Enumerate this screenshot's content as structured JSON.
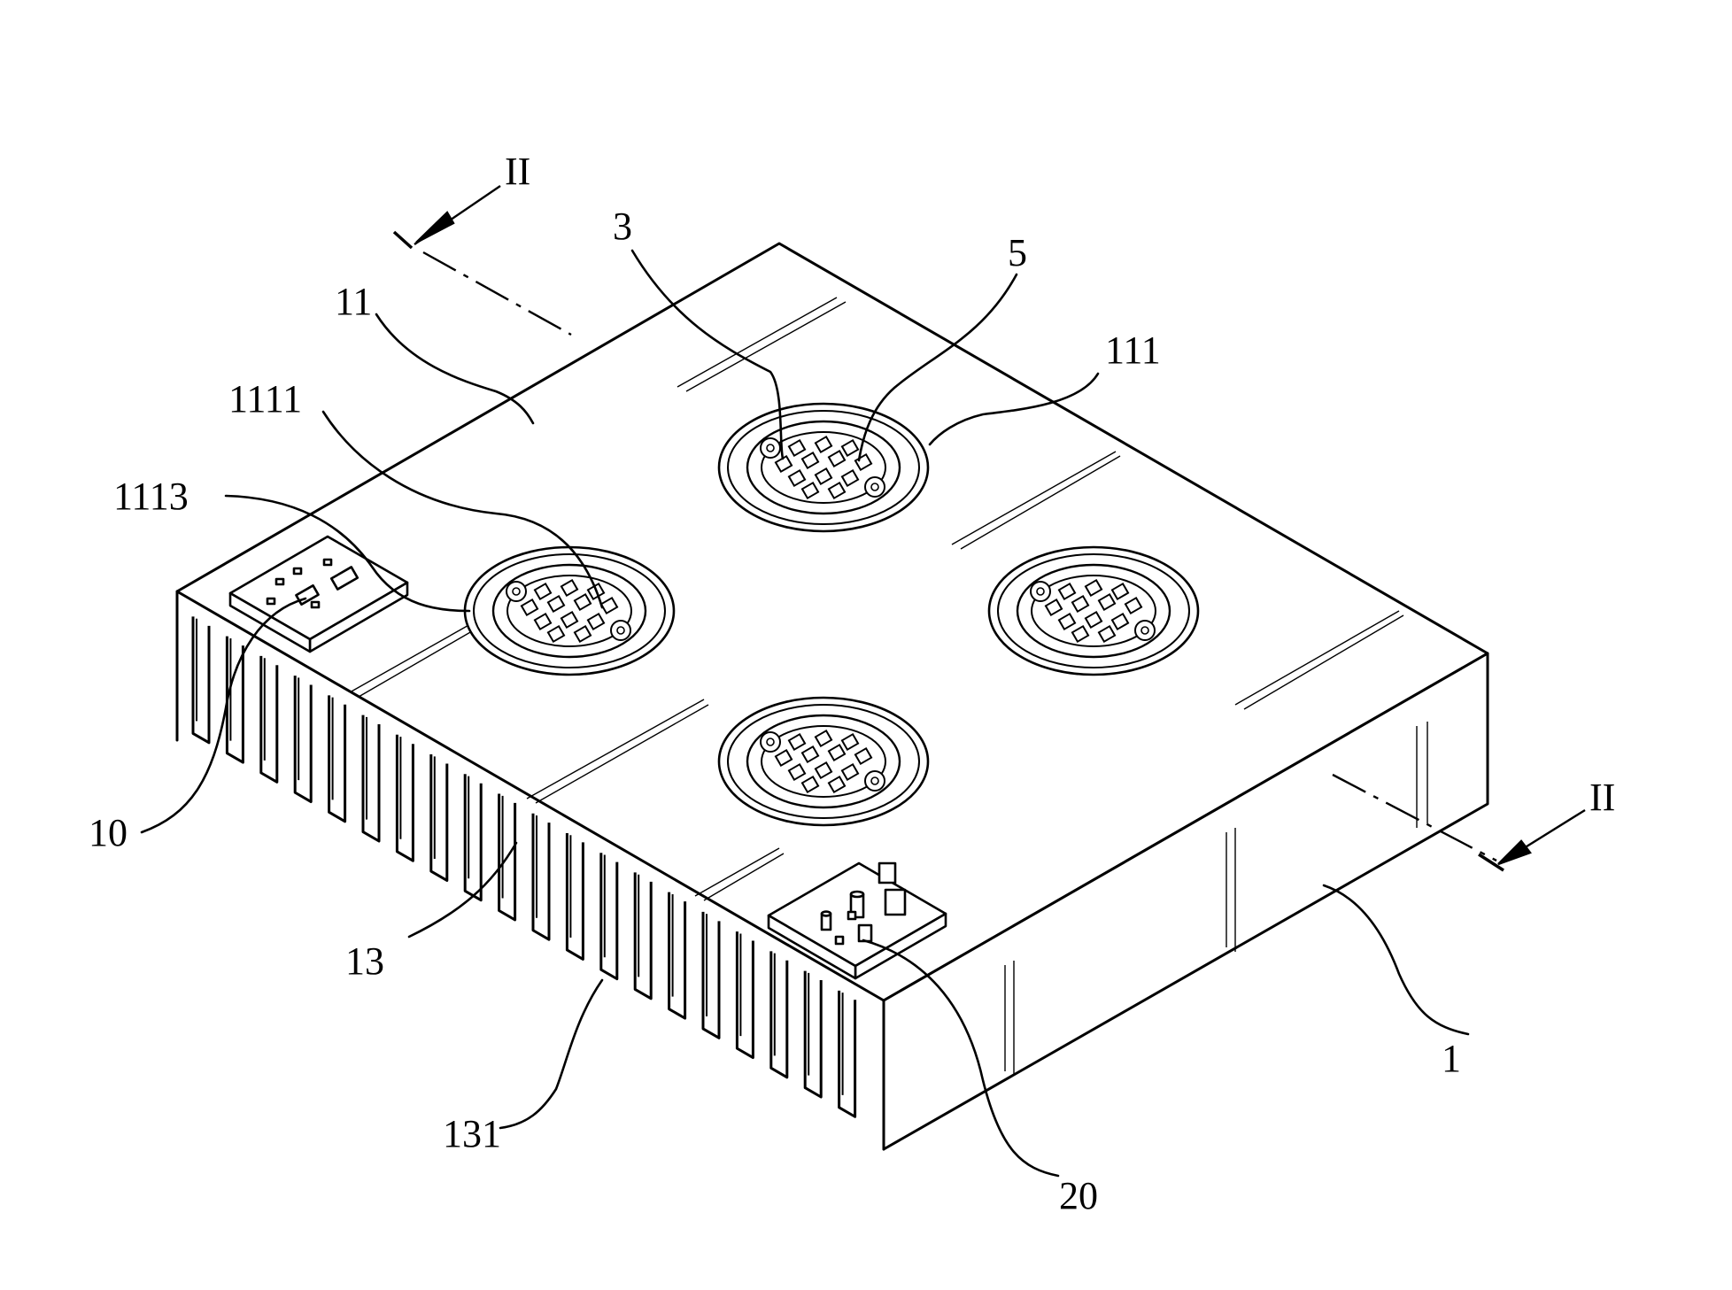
{
  "figure": {
    "labels": {
      "section_top": "II",
      "section_bottom": "II",
      "ref_3": "3",
      "ref_5": "5",
      "ref_11": "11",
      "ref_111": "111",
      "ref_1111": "1111",
      "ref_1113": "1113",
      "ref_10": "10",
      "ref_13": "13",
      "ref_131": "131",
      "ref_20": "20",
      "ref_1": "1"
    },
    "colors": {
      "line": "#000000",
      "background": "#ffffff"
    }
  }
}
